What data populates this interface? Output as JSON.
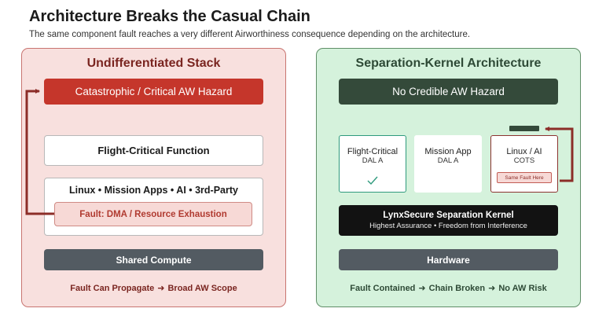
{
  "header": {
    "title": "Architecture Breaks the Casual Chain",
    "subtitle": "The same component fault reaches a very different Airworthiness consequence depending on the architecture."
  },
  "left_panel": {
    "title": "Undifferentiated Stack",
    "hazard": "Catastrophic / Critical AW Hazard",
    "flight_critical": "Flight-Critical Function",
    "mixed_stack": "Linux • Mission Apps • AI • 3rd-Party",
    "fault": "Fault: DMA / Resource Exhaustion",
    "compute": "Shared Compute",
    "footer": {
      "part1": "Fault Can Propagate",
      "part2": "Broad AW Scope"
    }
  },
  "right_panel": {
    "title": "Separation-Kernel Architecture",
    "hazard": "No Credible AW Hazard",
    "partitions": [
      {
        "name": "Flight-Critical",
        "dal": "DAL A",
        "check_icon": "check-icon"
      },
      {
        "name": "Mission App",
        "dal": "DAL A"
      },
      {
        "name": "Linux / AI",
        "dal": "COTS",
        "badge": "Same Fault Here"
      }
    ],
    "kernel": {
      "title": "LynxSecure Separation Kernel",
      "subtitle": "Highest Assurance • Freedom from Interference"
    },
    "hardware": "Hardware",
    "footer": {
      "part1": "Fault Contained",
      "part2": "Chain Broken",
      "part3": "No AW Risk"
    }
  },
  "colors": {
    "left_bg": "#f8e0de",
    "right_bg": "#d5f2dc",
    "hazard_red": "#c5362b",
    "hazard_green": "#344a3a",
    "arrow_red": "#8c2d28",
    "check_teal": "#2f9a7d"
  }
}
